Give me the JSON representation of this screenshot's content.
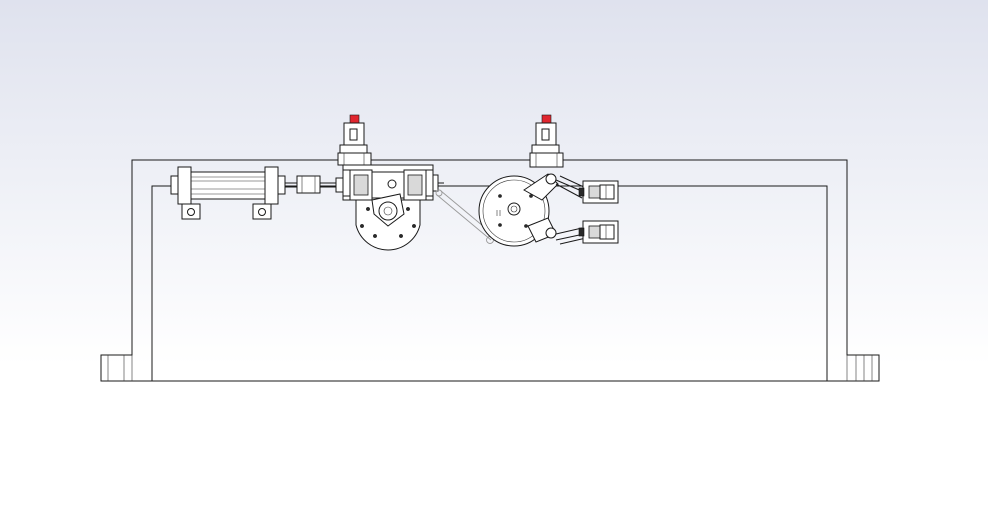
{
  "viewport": {
    "background_top": "#dfe2ee",
    "background_bottom": "#ffffff"
  },
  "drawing": {
    "line_color": "#1a1a1a",
    "accent_color": "#e0262f",
    "components": [
      {
        "id": "base-frame"
      },
      {
        "id": "pneumatic-cylinder"
      },
      {
        "id": "piston-coupling"
      },
      {
        "id": "left-valve-actuator",
        "cap_color": "#e0262f"
      },
      {
        "id": "left-rotary-valve"
      },
      {
        "id": "connecting-linkage"
      },
      {
        "id": "right-valve-actuator",
        "cap_color": "#e0262f"
      },
      {
        "id": "cam-disc"
      },
      {
        "id": "upper-gripper-assembly"
      },
      {
        "id": "lower-gripper-assembly"
      }
    ]
  }
}
